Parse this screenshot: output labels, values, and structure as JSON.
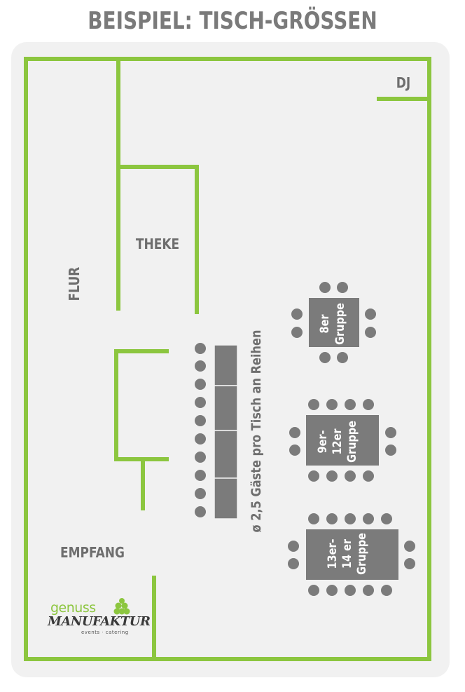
{
  "title": "BEISPIEL: TISCH-GRÖSSEN",
  "labels": {
    "dj": "DJ",
    "theke": "THEKE",
    "flur": "FLUR",
    "empfang": "EMPFANG",
    "reihen": "ø 2,5 Gäste pro Tisch an Reihen"
  },
  "tables": {
    "t8": [
      "8er",
      "Gruppe"
    ],
    "t12": [
      "9er-",
      "12er",
      "Gruppe"
    ],
    "t14": [
      "13er-",
      "14 er",
      "Gruppe"
    ]
  },
  "logo": {
    "line1": "genuss",
    "line2": "MANUFAKTUR",
    "line3": "events · catering"
  },
  "colors": {
    "wall": "#8cc63f",
    "table": "#7b7b7b",
    "chair": "#7b7b7b",
    "label": "#6e6e6e",
    "title": "#7a7a7a",
    "background": "#f1f1f1"
  }
}
